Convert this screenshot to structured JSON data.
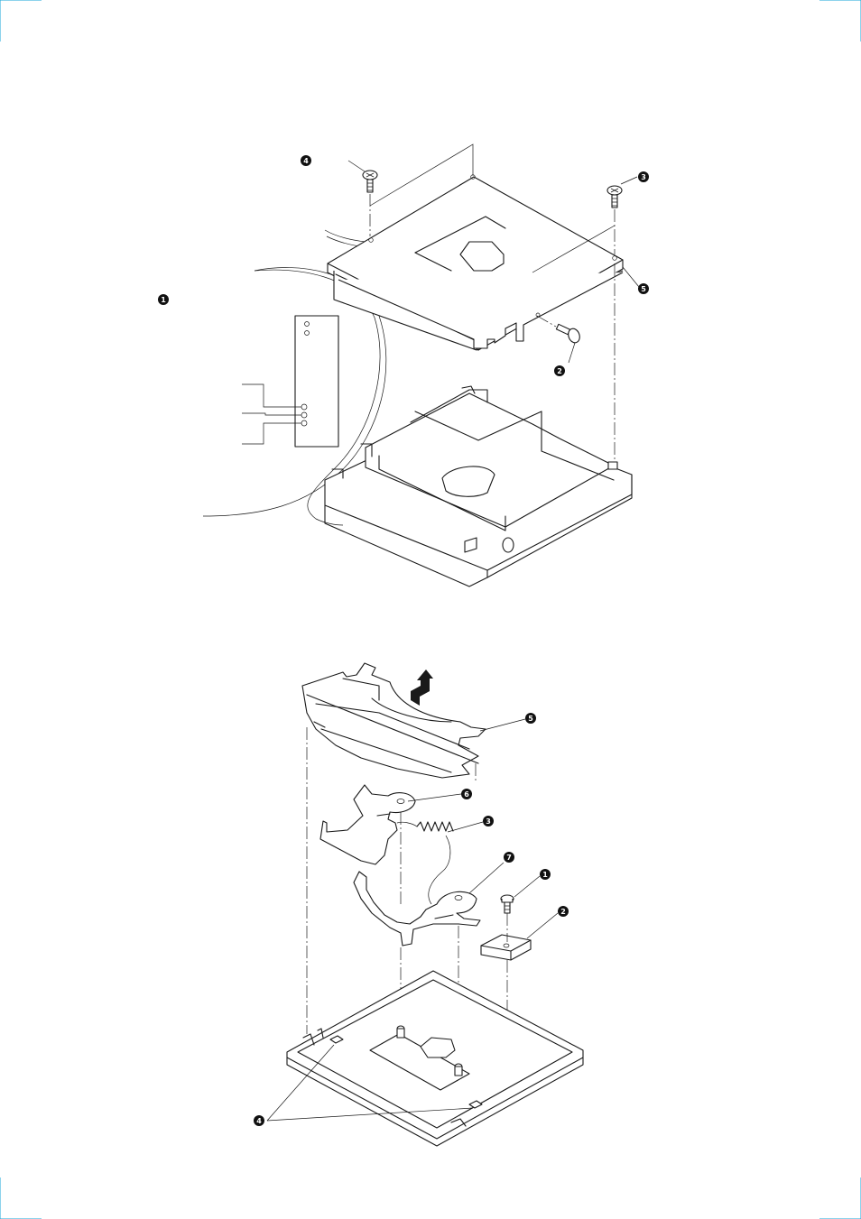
{
  "figure_top": {
    "labels": [
      {
        "id": "callout-1",
        "text": "1"
      },
      {
        "id": "callout-2",
        "text": "2"
      },
      {
        "id": "callout-3",
        "text": "3"
      },
      {
        "id": "callout-4",
        "text": "4"
      },
      {
        "id": "callout-5",
        "text": "5"
      }
    ]
  },
  "figure_bottom": {
    "labels": [
      {
        "id": "callout-1",
        "text": "1"
      },
      {
        "id": "callout-2",
        "text": "2"
      },
      {
        "id": "callout-3",
        "text": "3"
      },
      {
        "id": "callout-4",
        "text": "4"
      },
      {
        "id": "callout-5",
        "text": "5"
      },
      {
        "id": "callout-6",
        "text": "6"
      },
      {
        "id": "callout-7",
        "text": "7"
      }
    ]
  },
  "colors": {
    "line": "#1a1a1a",
    "crop_marks": "#1aa7d8",
    "background": "#ffffff"
  }
}
